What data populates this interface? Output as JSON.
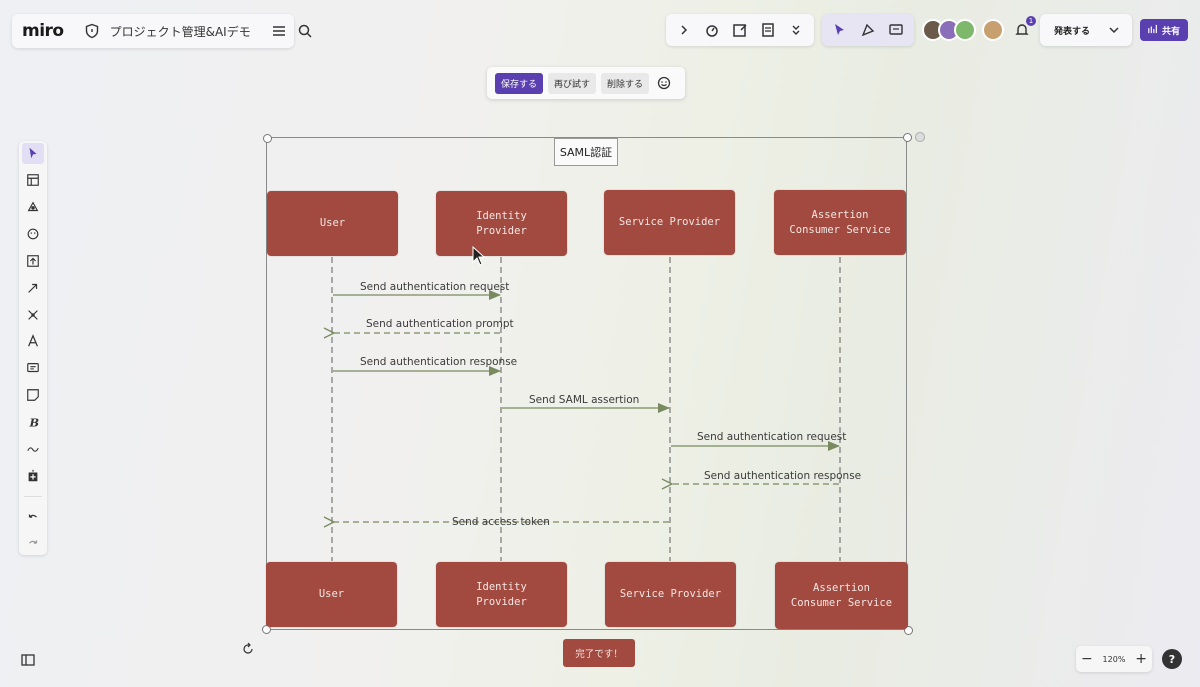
{
  "app": {
    "logo": "miro",
    "board_name": "プロジェクト管理&AIデモ"
  },
  "topbar": {
    "present_label": "発表する",
    "share_label": "共有",
    "notification_count": "1"
  },
  "context_toolbar": {
    "save_label": "保存する",
    "retry_label": "再び試す",
    "delete_label": "削除する"
  },
  "frame": {
    "title": "SAML認証"
  },
  "participants_top": [
    {
      "line1": "User",
      "line2": ""
    },
    {
      "line1": "Identity",
      "line2": "Provider"
    },
    {
      "line1": "Service Provider",
      "line2": ""
    },
    {
      "line1": "Assertion",
      "line2": "Consumer Service"
    }
  ],
  "participants_bottom": [
    {
      "line1": "User",
      "line2": ""
    },
    {
      "line1": "Identity",
      "line2": "Provider"
    },
    {
      "line1": "Service Provider",
      "line2": ""
    },
    {
      "line1": "Assertion",
      "line2": "Consumer Service"
    }
  ],
  "messages": [
    {
      "label": "Send authentication request"
    },
    {
      "label": "Send authentication prompt"
    },
    {
      "label": "Send authentication response"
    },
    {
      "label": "Send SAML assertion"
    },
    {
      "label": "Send authentication request"
    },
    {
      "label": "Send authentication response"
    },
    {
      "label": "Send access token"
    }
  ],
  "done_button": "完了です！",
  "zoom": {
    "level": "120%"
  },
  "help_label": "?",
  "colors": {
    "accent": "#5a3fb0",
    "box_fill": "#a34a40",
    "arrow": "#7a8a60"
  }
}
